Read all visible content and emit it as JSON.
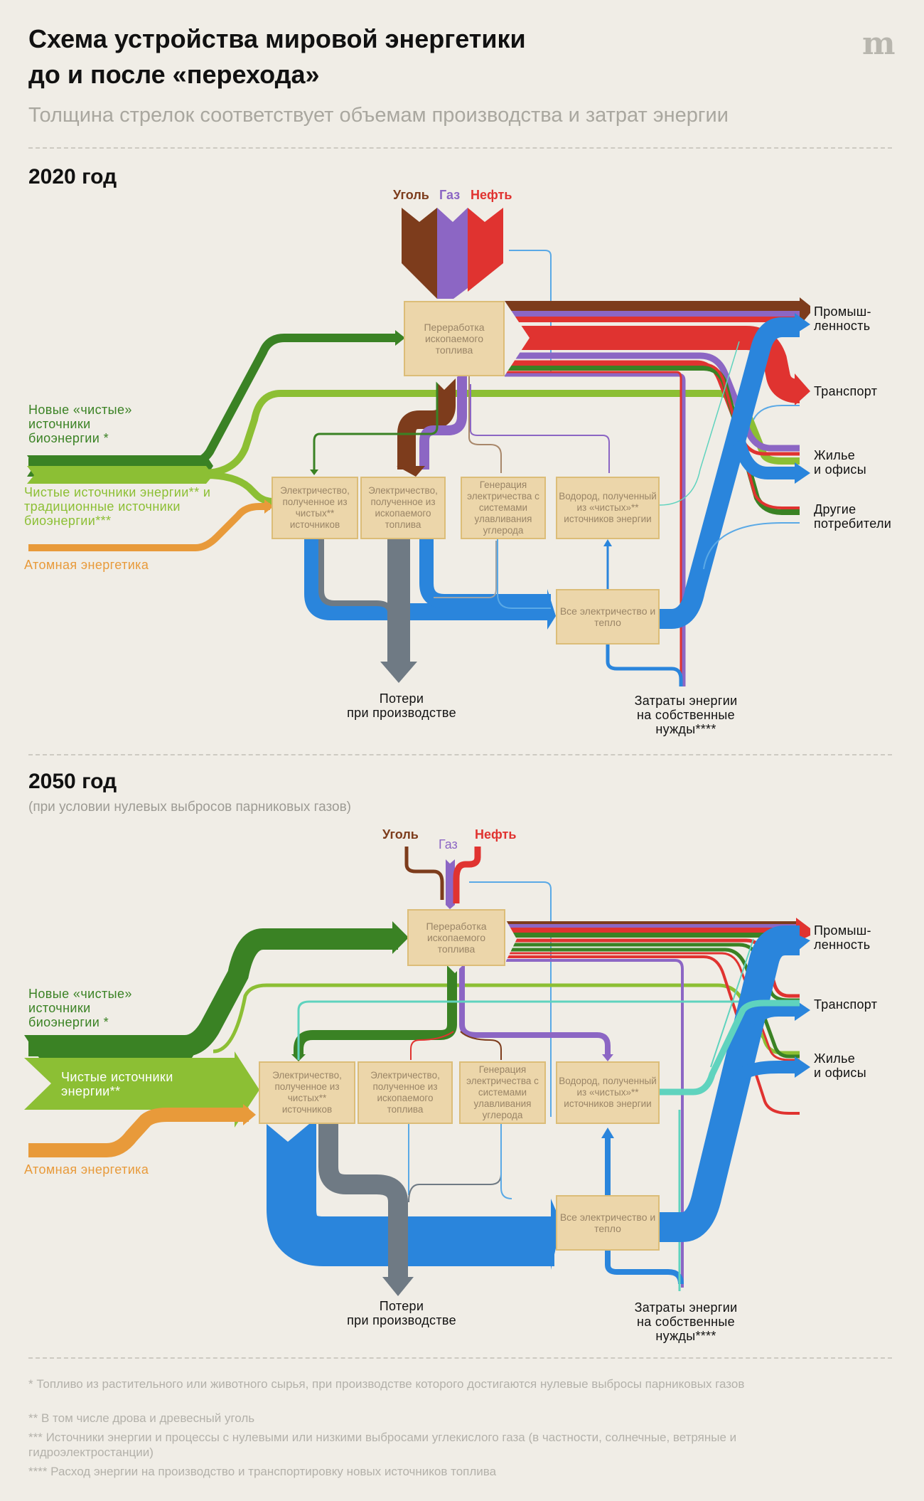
{
  "header": {
    "title_line1": "Схема устройства мировой энергетики",
    "title_line2": "до и после «перехода»",
    "subtitle": "Толщина стрелок соответствует объемам производства и затрат энергии",
    "logo": "m"
  },
  "colors": {
    "background": "#f0ede6",
    "coal": "#7d3c1c",
    "gas": "#8c66c4",
    "oil": "#e03330",
    "new_bio": "#3a8224",
    "clean": "#8cbf34",
    "nuclear": "#e89a3a",
    "electricity": "#2a85dc",
    "losses": "#6f7a84",
    "hydrogen": "#5fd3be",
    "box_fill": "#ecd6aa",
    "box_border": "#dcbd78"
  },
  "section_2020": {
    "year": "2020 год",
    "fuels": {
      "coal": "Уголь",
      "gas": "Газ",
      "oil": "Нефть"
    },
    "sources": {
      "new_bio": "Новые «чистые» источники биоэнергии *",
      "clean": "Чистые источники энергии** и традиционные источники биоэнергии***",
      "nuclear": "Атомная энергетика"
    },
    "boxes": {
      "processing": "Переработка ископаемого топлива",
      "el_clean": "Электричество, полученное из чистых** источников",
      "el_fossil": "Электричество, полученное из ископаемого топлива",
      "ccs": "Генерация электричества с системами улавливания углерода",
      "hydrogen": "Водород, полученный из «чистых»** источников энергии",
      "all_el": "Все электричество и тепло"
    },
    "sinks": {
      "industry": "Промыш-\nленность",
      "transport": "Транспорт",
      "housing": "Жилье\nи офисы",
      "other": "Другие\nпотребители",
      "losses": "Потери\nпри производстве",
      "self_needs": "Затраты энергии\nна собственные\nнужды****"
    }
  },
  "section_2050": {
    "year": "2050 год",
    "condition": "(при условии нулевых выбросов парниковых газов)",
    "fuels": {
      "coal": "Уголь",
      "gas": "Газ",
      "oil": "Нефть"
    },
    "sources": {
      "new_bio": "Новые «чистые» источники биоэнергии *",
      "clean": "Чистые источники энергии**",
      "nuclear": "Атомная энергетика"
    },
    "boxes": {
      "processing": "Переработка ископаемого топлива",
      "el_clean": "Электричество, полученное из чистых** источников",
      "el_fossil": "Электричество, полученное из ископаемого топлива",
      "ccs": "Генерация электричества с системами улавливания углерода",
      "hydrogen": "Водород, полученный из «чистых»** источников энергии",
      "all_el": "Все электричество и тепло"
    },
    "sinks": {
      "industry": "Промыш-\nленность",
      "transport": "Транспорт",
      "housing": "Жилье\nи офисы",
      "losses": "Потери\nпри производстве",
      "self_needs": "Затраты энергии\nна собственные\nнужды****"
    }
  },
  "footnotes": [
    "* Топливо из растительного или животного сырья, при производстве которого достигаются нулевые выбросы парниковых газов",
    "** В том числе дрова и древесный уголь",
    "*** Источники энергии и процессы с нулевыми или низкими выбросами углекислого газа (в частности, солнечные, ветряные и гидроэлектростанции)",
    "**** Расход энергии на производство и транспортировку новых источников топлива"
  ]
}
